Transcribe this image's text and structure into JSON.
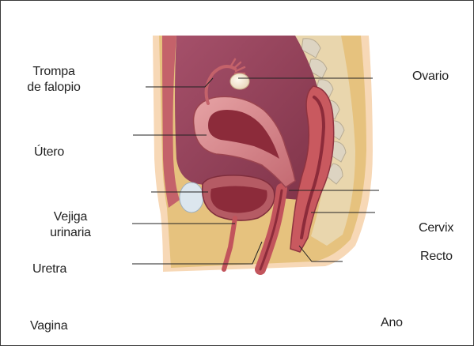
{
  "labels": {
    "trompa_line1": "Trompa",
    "trompa_line2": "de falopio",
    "utero": "Útero",
    "vejiga_line1": "Vejiga",
    "vejiga_line2": "urinaria",
    "uretra": "Uretra",
    "vagina": "Vagina",
    "ovario": "Ovario",
    "cervix": "Cervix",
    "recto": "Recto",
    "ano": "Ano"
  },
  "colors": {
    "skin": "#f7d8b6",
    "fat": "#e6c27e",
    "muscle": "#c4626a",
    "cavity": "#9e4a5c",
    "uterus": "#d98a8e",
    "uterus_inner": "#8c2b3a",
    "bladder": "#b55b64",
    "ovary": "#f2e6d2",
    "spine": "#ddd4c2",
    "leader": "#222222"
  }
}
